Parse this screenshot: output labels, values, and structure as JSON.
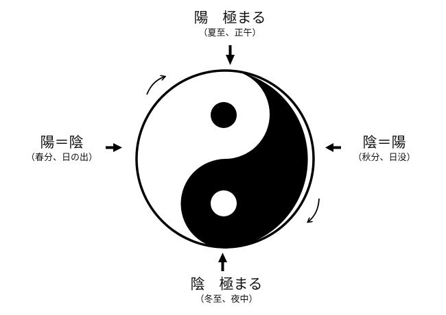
{
  "labels": {
    "top": {
      "main": "陽　極まる",
      "sub": "（夏至、正午）"
    },
    "bottom": {
      "main": "陰　極まる",
      "sub": "（冬至、夜中）"
    },
    "left": {
      "main": "陽＝陰",
      "sub": "（春分、日の出）"
    },
    "right": {
      "main": "陰＝陽",
      "sub": "（秋分、日没）"
    }
  },
  "symbol": {
    "name": "yin-yang",
    "yang_color": "#ffffff",
    "yin_color": "#000000",
    "rotation_direction": "clockwise"
  },
  "arrows": {
    "top": "down",
    "bottom": "up",
    "left": "right",
    "right": "left"
  }
}
